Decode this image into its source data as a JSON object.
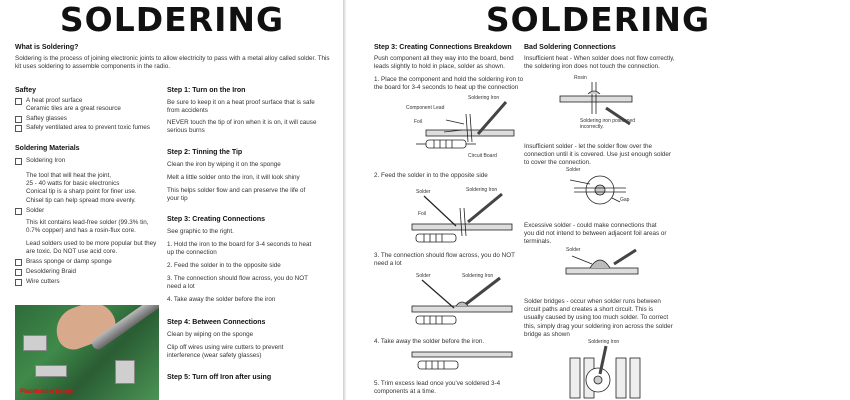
{
  "left": {
    "title": "SOLDERING",
    "what_heading": "What is Soldering?",
    "what_text": "Soldering is the process of joining electronic joints to allow electricity to pass with a metal alloy called solder. This kit uses soldering to assemble components in the radio.",
    "safety_heading": "Saftey",
    "safety_items": [
      "A heat proof surface",
      "Ceramic tiles are a great resource",
      "Saftey glasses",
      "Safely ventilated area to prevent toxic fumes"
    ],
    "materials_heading": "Soldering Materials",
    "iron_label": "Soldering Iron",
    "iron_desc": [
      "The tool that will heat the joint,",
      "25 - 40 watts for basic electronics",
      "Conical tip is a sharp point for finer use.",
      "Chisel tip can help spread more evenly."
    ],
    "solder_label": "Solder",
    "solder_desc": [
      "This kit contains lead-free solder (99.3% tin,",
      "0.7% copper) and has a rosin-flux core."
    ],
    "lead_note": [
      "Lead solders used to be more popular but they",
      "are toxic. Do NOT use acid core."
    ],
    "extra_items": [
      "Brass sponge or damp sponge",
      "Desoldering Braid",
      "Wire cutters"
    ],
    "photo_caption": "Placeholder image",
    "step1_heading": "Step 1: Turn on the Iron",
    "step1_p1": [
      "Be sure to keep it on a heat proof surface that is safe",
      "from accidents"
    ],
    "step1_p2": [
      "NEVER touch the tip of iron when it is on, it will cause",
      "serious burns"
    ],
    "step2_heading": "Step 2: Tinning the Tip",
    "step2_p1": "Clean the iron by wiping it on the sponge",
    "step2_p2": "Melt a little solder onto the iron, it will look shiny",
    "step2_p3": [
      "This helps solder flow and can preserve the life of",
      "your tip"
    ],
    "step3_heading": "Step 3: Creating Connections",
    "step3_p0": "See graphic to the right.",
    "step3_p1": [
      "1. Hold the iron to the board for 3-4 seconds to heat",
      "up the connection"
    ],
    "step3_p2": "2. Feed the solder in to the opposite side",
    "step3_p3": [
      "3. The connection should flow across, you do NOT",
      "need a lot"
    ],
    "step3_p4": "4. Take away the solder before the iron",
    "step4_heading": "Step 4: Between Connections",
    "step4_p1": "Clean by wiping on the sponge",
    "step4_p2": [
      "Clip off wires using wire cutters to prevent",
      "interference (wear safety glasses)"
    ],
    "step5_heading": "Step 5: Turn off Iron after using"
  },
  "right": {
    "title": "SOLDERING",
    "s3b_heading": "Step 3: Creating Connections Breakdown",
    "s3b_intro": [
      "Push component all they way into the board, bend",
      "leads slightly to hold in place, solder as shown."
    ],
    "s3b_1": [
      "1. Place the component and hold the soldering iron to",
      "the board for 3-4 seconds to heat up the connection"
    ],
    "s3b_2": "2. Feed the solder in to the opposite side",
    "s3b_3": [
      "3. The connection should flow across, you do NOT",
      "need a lot"
    ],
    "s3b_4": "4. Take away the solder before the iron.",
    "s3b_5": [
      "5. Trim excess lead once you've soldered 3-4",
      "components at a time."
    ],
    "fig1_labels": {
      "iron": "Soldering Iron",
      "lead": "Component Lead",
      "foil": "Foil",
      "board": "Circuit Board"
    },
    "fig2_labels": {
      "solder": "Solder",
      "iron": "Soldering Iron",
      "foil": "Foil"
    },
    "fig3_labels": {
      "solder": "Solder",
      "iron": "Soldering Iron"
    },
    "bad_heading": "Bad Soldering Connections",
    "bad_1": [
      "Insufficient heat - When solder does not flow correctly,",
      "the soldering iron does not touch the connection."
    ],
    "bad_fig1_labels": {
      "rosin": "Rosin",
      "iron": [
        "Soldering iron positioned",
        "incorrectly."
      ]
    },
    "bad_2": [
      "Insufficient solder - let the solder flow over the",
      "connection until it is covered. Use just enough solder",
      "to cover the connection."
    ],
    "bad_fig2_labels": {
      "solder": "Solder",
      "gap": "Gap"
    },
    "bad_3": [
      "Excessive solder - could make connections that",
      "you did not intend to between adjacent foil areas or",
      "terminals."
    ],
    "bad_fig3_labels": {
      "solder": "Solder"
    },
    "bad_4": [
      "Solder bridges - occur when solder runs between",
      "circuit paths and creates a short circuit. This is",
      "usually caused by using too much solder. To correct",
      "this, simply drag your soldering iron across the solder",
      "bridge as shown"
    ],
    "bad_fig4_labels": {
      "iron": "Soldering Iron"
    }
  }
}
